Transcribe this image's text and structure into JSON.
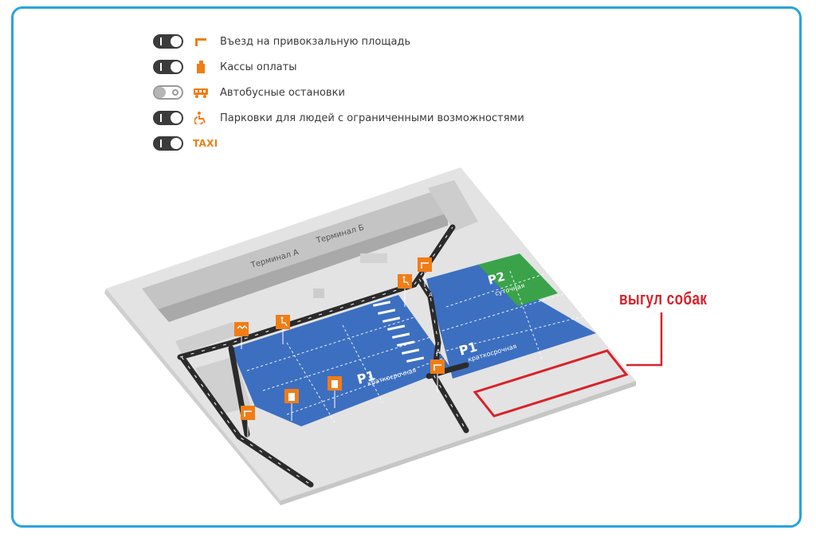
{
  "legend": {
    "items": [
      {
        "label": "Въезд на привокзальную площадь",
        "state": "on",
        "icon": "entry-barrier-icon"
      },
      {
        "label": "Кассы оплаты",
        "state": "on",
        "icon": "payment-kiosk-icon"
      },
      {
        "label": "Автобусные остановки",
        "state": "off",
        "icon": "bus-icon"
      },
      {
        "label": "Парковки для людей с ограниченными возможностями",
        "state": "on",
        "icon": "wheelchair-icon"
      },
      {
        "label": "TAXI",
        "state": "on",
        "icon": "taxi-icon"
      }
    ]
  },
  "map": {
    "terminal_a": "Терминал А",
    "terminal_b": "Терминал Б",
    "p1_main": {
      "code": "P1",
      "sub": "краткосрочная"
    },
    "p1_right": {
      "code": "P1",
      "sub": "краткосрочная"
    },
    "p2": {
      "code": "P2",
      "sub": "суточная"
    },
    "road_mark_1": "A",
    "road_mark_2": "A",
    "dog_area_label": "выгул собак"
  },
  "colors": {
    "frame": "#2aa3dd",
    "parking_blue": "#3d6fc0",
    "parking_green": "#3aa34a",
    "road": "#2b2b2b",
    "marker_orange": "#f07d16",
    "dog_red": "#d8222a",
    "ground": "#e2e2e2"
  }
}
